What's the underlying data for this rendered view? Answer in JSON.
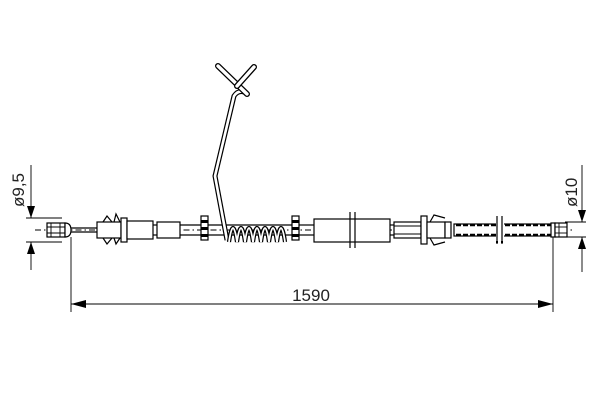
{
  "drawing": {
    "type": "parking brake cable technical drawing",
    "background_color": "#ffffff",
    "line_color": "#000000",
    "dimensions": {
      "left_diameter": "ø9,5",
      "right_diameter": "ø10",
      "overall_length": "1590"
    },
    "components": [
      {
        "name": "left-end-nipple"
      },
      {
        "name": "left-outer-housing-with-clip"
      },
      {
        "name": "cable-segment-left"
      },
      {
        "name": "return-spring"
      },
      {
        "name": "bent-mounting-bracket"
      },
      {
        "name": "center-sleeve-break"
      },
      {
        "name": "right-housing-with-clip"
      },
      {
        "name": "ribbed-conduit"
      },
      {
        "name": "right-end-nipple"
      }
    ]
  }
}
